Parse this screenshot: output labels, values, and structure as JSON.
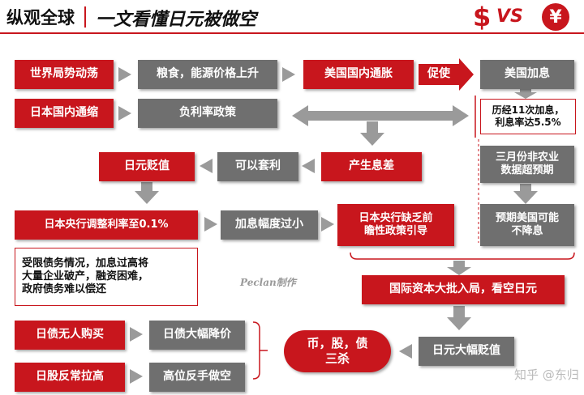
{
  "header": {
    "left_title": "纵观全球",
    "main_title": "一文看懂日元被做空",
    "dollar_symbol": "$",
    "vs_text": "VS",
    "yen_symbol": "¥"
  },
  "nodes": {
    "world_turmoil": "世界局势动荡",
    "food_energy": "粮食，能源价格上升",
    "us_inflation": "美国国内通胀",
    "promote": "促使",
    "us_rate_hike": "美国加息",
    "jp_deflation": "日本国内通缩",
    "negative_rate": "负利率政策",
    "hikes_11": "历经11次加息，\n利息率达5.5%",
    "yen_depreciation": "日元贬值",
    "arbitrage": "可以套利",
    "interest_gap": "产生息差",
    "nonfarm": "三月份非农业\n数据超预期",
    "boj_adjust": "日本央行调整利率至0.1%",
    "hike_too_small": "加息幅度过小",
    "boj_lacks": "日本央行缺乏前\n瞻性政策引导",
    "no_rate_cut": "预期美国可能\n不降息",
    "debt_note": "受限债务情况，加息过高将\n大量企业破产，融资困难，\n政府债务难以偿还",
    "intl_capital": "国际资本大批入局，看空日元",
    "jgb_no_buyers": "日债无人购买",
    "jgb_plunge": "日债大幅降价",
    "nikkei_surge": "日股反常拉高",
    "high_short": "高位反手做空",
    "triple_kill": "币，股，债\n三杀",
    "yen_sharp_dep": "日元大幅贬值"
  },
  "watermark": "Peclan制作",
  "zhihu_mark": "知乎 @东归",
  "colors": {
    "red": "#c8161d",
    "gray": "#6f6f6f",
    "arrow_gray": "#9a9a9a"
  }
}
